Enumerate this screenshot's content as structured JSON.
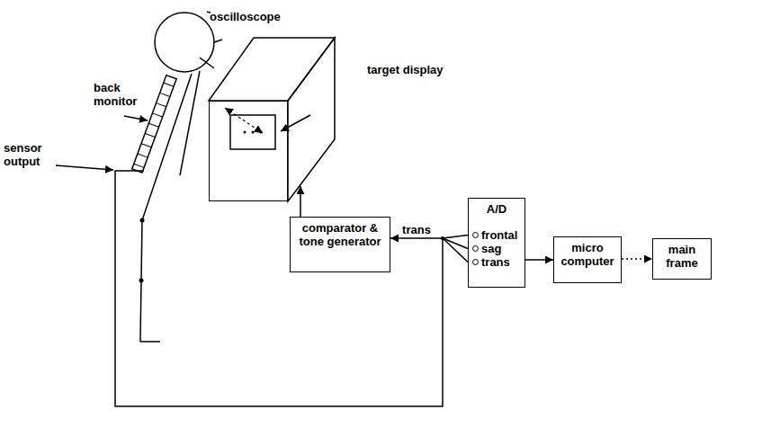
{
  "diagram": {
    "nodes": [
      {
        "text": [
          "oscilloscope"
        ]
      },
      {
        "text": [
          "comparator & tone generator"
        ]
      },
      {
        "text": [
          "A/D",
          "frontal",
          "sag",
          "trans"
        ]
      },
      {
        "text": [
          "micro computer"
        ]
      },
      {
        "text": [
          "main frame"
        ]
      }
    ],
    "edges": [
      {
        "from": 1,
        "to": 0,
        "arrow": "to"
      },
      {
        "from": 2,
        "to": 1,
        "label": "trans",
        "arrow": "to"
      },
      {
        "from": 2,
        "to": 3,
        "arrow": "to"
      },
      {
        "from": 3,
        "to": 4,
        "arrow": "to"
      }
    ],
    "labels": [
      "back monitor",
      "sensor output",
      "target display"
    ]
  }
}
